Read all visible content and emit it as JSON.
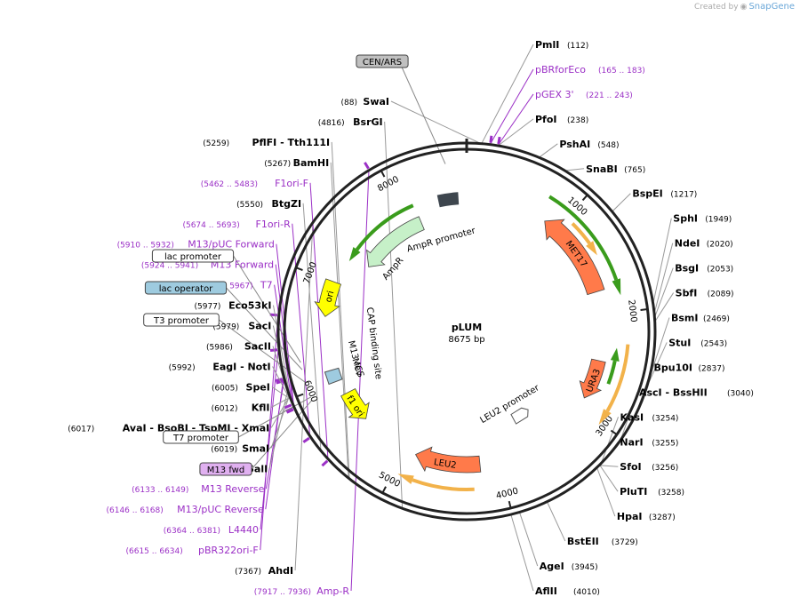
{
  "header": {
    "created_by": "Created by",
    "brand": "SnapGene",
    "colors": {
      "brand": "#6aa7d8",
      "credit": "#aaaaaa"
    }
  },
  "plasmid": {
    "name": "pLUM",
    "length_label": "8675 bp",
    "length_bp": 8675
  },
  "colors": {
    "enzyme_label": "#000000",
    "primer_label": "#9b30c6",
    "primer_mark": "#9b30c6",
    "amp": "#c6f0c8",
    "ampr_promoter": "#3e464e",
    "ori": "#ffff00",
    "met": "#ff7a4a",
    "orange_arrow": "#f2b24a",
    "green_arrow": "#3a9c1c",
    "lac_operator": "#9ecbdf",
    "m13_fwd": "#e0b0f0",
    "cen_ars": "#c0c0c0"
  },
  "ticks": [
    {
      "label": "1000",
      "pos": 1000
    },
    {
      "label": "2000",
      "pos": 2000
    },
    {
      "label": "3000",
      "pos": 3000
    },
    {
      "label": "4000",
      "pos": 4000
    },
    {
      "label": "5000",
      "pos": 5000
    },
    {
      "label": "6000",
      "pos": 6000
    },
    {
      "label": "7000",
      "pos": 7000
    },
    {
      "label": "8000",
      "pos": 8000
    }
  ],
  "features": [
    {
      "name": "MET17",
      "start": 850,
      "end": 1760,
      "dir": -1,
      "r": 152,
      "w": 20,
      "type": "met"
    },
    {
      "name": "MET17-green",
      "start": 760,
      "end": 1850,
      "dir": 1,
      "r": 178,
      "w": 4,
      "type": "green"
    },
    {
      "name": "MET17-orange",
      "start": 1070,
      "end": 1440,
      "dir": 1,
      "r": 170,
      "w": 4,
      "type": "orange"
    },
    {
      "name": "URA3",
      "start": 2470,
      "end": 2880,
      "dir": 1,
      "r": 152,
      "w": 16,
      "type": "met"
    },
    {
      "name": "URA3-green",
      "start": 2320,
      "end": 2660,
      "dir": -1,
      "r": 170,
      "w": 4,
      "type": "green"
    },
    {
      "name": "URA3-orange",
      "start": 2280,
      "end": 3020,
      "dir": 1,
      "r": 182,
      "w": 4,
      "type": "orange"
    },
    {
      "name": "LEU2",
      "start": 4200,
      "end": 4880,
      "dir": 1,
      "r": 150,
      "w": 18,
      "type": "met"
    },
    {
      "name": "LEU2-orange",
      "start": 4270,
      "end": 4960,
      "dir": 1,
      "r": 178,
      "w": 4,
      "type": "orange"
    },
    {
      "name": "AmpR",
      "start": 7310,
      "end": 8130,
      "dir": -1,
      "r": 132,
      "w": 16,
      "type": "amp"
    },
    {
      "name": "AmpR-green",
      "start": 7250,
      "end": 8120,
      "dir": -1,
      "r": 154,
      "w": 4,
      "type": "green"
    },
    {
      "name": "ori",
      "start": 6650,
      "end": 7000,
      "dir": -1,
      "r": 160,
      "w": 18,
      "type": "ori"
    },
    {
      "name": "f1 ori",
      "start": 5520,
      "end": 5850,
      "dir": -1,
      "r": 150,
      "w": 18,
      "type": "ori"
    }
  ],
  "feature_labels": [
    {
      "text": "MET17",
      "pos": 1320,
      "r": 152
    },
    {
      "text": "URA3",
      "pos": 2680,
      "r": 152
    },
    {
      "text": "LEU2",
      "pos": 4560,
      "r": 150
    },
    {
      "text": "AmpR",
      "pos": 7480,
      "r": 110
    },
    {
      "text": "AmpR promoter",
      "pos": 8300,
      "r": 108
    },
    {
      "text": "ori",
      "pos": 6850,
      "r": 160
    },
    {
      "text": "f1 ori",
      "pos": 5690,
      "r": 150
    },
    {
      "text": "LEU2 promoter",
      "pos": 3600,
      "r": 94
    },
    {
      "text": "CAP binding site",
      "pos": 6330,
      "r": 104
    },
    {
      "text": "M13 rev",
      "pos": 6180,
      "r": 128
    },
    {
      "text": "MCS",
      "pos": 6060,
      "r": 128
    }
  ],
  "enzymes": [
    {
      "name": "SwaI",
      "pos": "(88)",
      "at": 88,
      "side": "L"
    },
    {
      "name": "PmlI",
      "pos": "(112)",
      "at": 112,
      "side": "R"
    },
    {
      "name": "PfoI",
      "pos": "(238)",
      "at": 238,
      "side": "R"
    },
    {
      "name": "PshAI",
      "pos": "(548)",
      "at": 548,
      "side": "R"
    },
    {
      "name": "SnaBI",
      "pos": "(765)",
      "at": 765,
      "side": "R"
    },
    {
      "name": "BspEI",
      "pos": "(1217)",
      "at": 1217,
      "side": "R"
    },
    {
      "name": "SphI",
      "pos": "(1949)",
      "at": 1949,
      "side": "R"
    },
    {
      "name": "NdeI",
      "pos": "(2020)",
      "at": 2020,
      "side": "R"
    },
    {
      "name": "BsgI",
      "pos": "(2053)",
      "at": 2053,
      "side": "R"
    },
    {
      "name": "SbfI",
      "pos": "(2089)",
      "at": 2089,
      "side": "R"
    },
    {
      "name": "BsmI",
      "pos": "(2469)",
      "at": 2469,
      "side": "R"
    },
    {
      "name": "StuI",
      "pos": "(2543)",
      "at": 2543,
      "side": "R"
    },
    {
      "name": "Bpu10I",
      "pos": "(2837)",
      "at": 2837,
      "side": "R"
    },
    {
      "name": "AscI - BssHII",
      "pos": "(3040)",
      "at": 3040,
      "side": "R"
    },
    {
      "name": "KasI",
      "pos": "(3254)",
      "at": 3254,
      "side": "R"
    },
    {
      "name": "NarI",
      "pos": "(3255)",
      "at": 3255,
      "side": "R"
    },
    {
      "name": "SfoI",
      "pos": "(3256)",
      "at": 3256,
      "side": "R"
    },
    {
      "name": "PluTI",
      "pos": "(3258)",
      "at": 3258,
      "side": "R"
    },
    {
      "name": "HpaI",
      "pos": "(3287)",
      "at": 3287,
      "side": "R"
    },
    {
      "name": "BstEII",
      "pos": "(3729)",
      "at": 3729,
      "side": "R"
    },
    {
      "name": "AgeI",
      "pos": "(3945)",
      "at": 3945,
      "side": "R"
    },
    {
      "name": "AflII",
      "pos": "(4010)",
      "at": 4010,
      "side": "R"
    },
    {
      "name": "BsrGI",
      "pos": "(4816)",
      "at": 4816,
      "side": "L"
    },
    {
      "name": "PflFI - Tth111I",
      "pos": "(5259)",
      "at": 5259,
      "side": "L"
    },
    {
      "name": "BamHI",
      "pos": "(5267)",
      "at": 5267,
      "side": "L"
    },
    {
      "name": "BtgZI",
      "pos": "(5550)",
      "at": 5550,
      "side": "L"
    },
    {
      "name": "Eco53kI",
      "pos": "(5977)",
      "at": 5977,
      "side": "L"
    },
    {
      "name": "SacI",
      "pos": "(5979)",
      "at": 5979,
      "side": "L"
    },
    {
      "name": "SacII",
      "pos": "(5986)",
      "at": 5986,
      "side": "L"
    },
    {
      "name": "EagI - NotI",
      "pos": "(5992)",
      "at": 5992,
      "side": "L"
    },
    {
      "name": "SpeI",
      "pos": "(6005)",
      "at": 6005,
      "side": "L"
    },
    {
      "name": "KflI",
      "pos": "(6012)",
      "at": 6012,
      "side": "L"
    },
    {
      "name": "AvaI - BsoBI - TspMI - XmaI",
      "pos": "(6017)",
      "at": 6017,
      "side": "L"
    },
    {
      "name": "SmaI",
      "pos": "(6019)",
      "at": 6019,
      "side": "L"
    },
    {
      "name": "SalI",
      "pos": "(6056)",
      "at": 6056,
      "side": "L"
    },
    {
      "name": "AhdI",
      "pos": "(7367)",
      "at": 7367,
      "side": "L"
    }
  ],
  "primers": [
    {
      "name": "pBRforEco",
      "range": "(165 .. 183)",
      "at": 174,
      "side": "R"
    },
    {
      "name": "pGEX 3'",
      "range": "(221 .. 243)",
      "at": 232,
      "side": "R"
    },
    {
      "name": "Amp-R",
      "range": "(7917 .. 7936)",
      "at": 7926,
      "side": "L"
    },
    {
      "name": "pBR322ori-F",
      "range": "(6615 .. 6634)",
      "at": 6624,
      "side": "L"
    },
    {
      "name": "L4440",
      "range": "(6364 .. 6381)",
      "at": 6372,
      "side": "L"
    },
    {
      "name": "M13/pUC Reverse",
      "range": "(6146 .. 6168)",
      "at": 6157,
      "side": "L"
    },
    {
      "name": "M13 Reverse",
      "range": "(6133 .. 6149)",
      "at": 6141,
      "side": "L"
    },
    {
      "name": "T7",
      "range": "(5948 .. 5967)",
      "at": 5957,
      "side": "L"
    },
    {
      "name": "M13 Forward",
      "range": "(5924 .. 5941)",
      "at": 5932,
      "side": "L"
    },
    {
      "name": "M13/pUC Forward",
      "range": "(5910 .. 5932)",
      "at": 5921,
      "side": "L"
    },
    {
      "name": "F1ori-R",
      "range": "(5674 .. 5693)",
      "at": 5683,
      "side": "L"
    },
    {
      "name": "F1ori-F",
      "range": "(5462 .. 5483)",
      "at": 5472,
      "side": "L"
    }
  ],
  "boxes": [
    {
      "name": "CEN/ARS",
      "at": 8500,
      "style": "gray"
    },
    {
      "name": "lac promoter",
      "at": 6250,
      "style": "white"
    },
    {
      "name": "lac operator",
      "at": 6190,
      "style": "blue"
    },
    {
      "name": "T3 promoter",
      "at": 6080,
      "style": "white"
    },
    {
      "name": "T7 promoter",
      "at": 5955,
      "style": "white"
    },
    {
      "name": "M13 fwd",
      "at": 5930,
      "style": "purple"
    }
  ]
}
